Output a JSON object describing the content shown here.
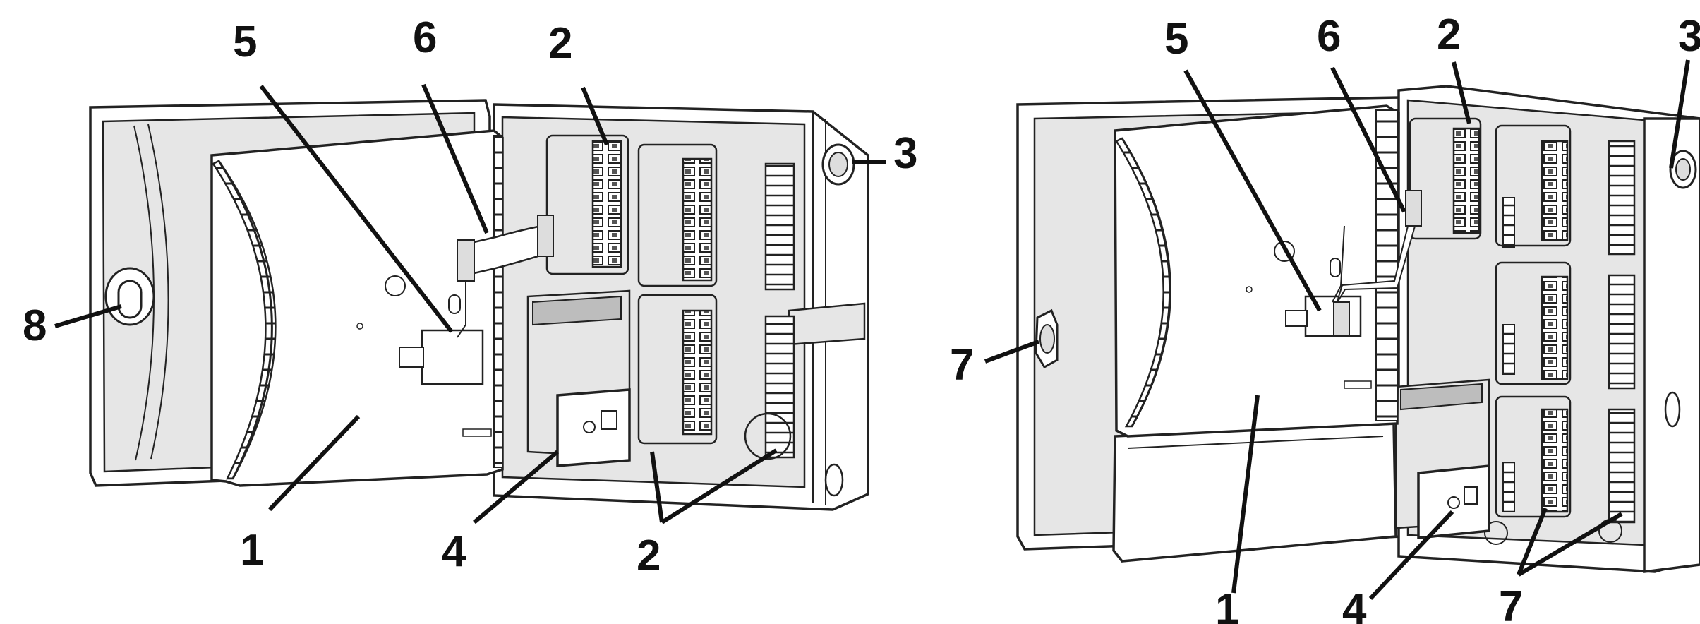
{
  "left_diagram": {
    "callouts": [
      "5",
      "6",
      "2",
      "3",
      "8",
      "1",
      "4",
      "2"
    ]
  },
  "right_diagram": {
    "callouts": [
      "5",
      "6",
      "2",
      "3",
      "7",
      "1",
      "4",
      "7"
    ]
  }
}
